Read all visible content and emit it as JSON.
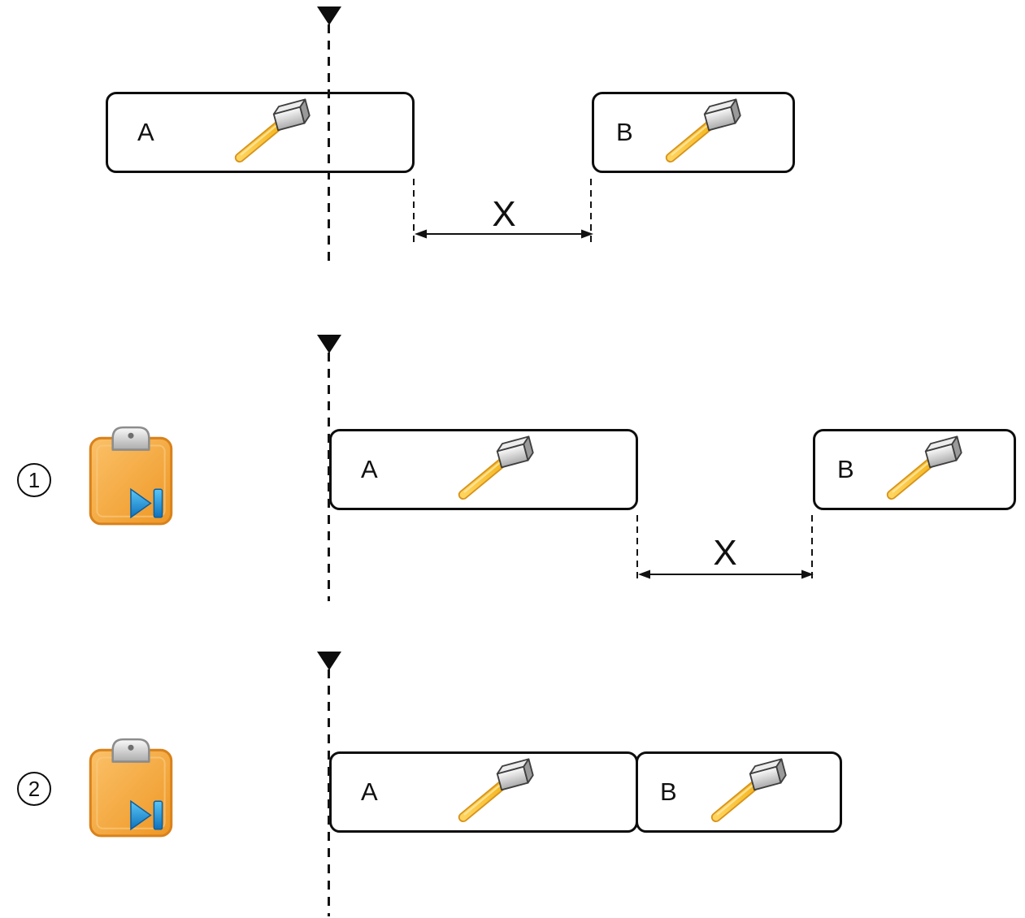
{
  "figure": {
    "rows": [
      {
        "name": "original-timeline",
        "clip_a_label": "A",
        "clip_b_label": "B",
        "gap_label": "X"
      },
      {
        "name": "paste-option-1",
        "step_number": "1",
        "clip_a_label": "A",
        "clip_b_label": "B",
        "gap_label": "X"
      },
      {
        "name": "paste-option-2",
        "step_number": "2",
        "clip_a_label": "A",
        "clip_b_label": "B"
      }
    ],
    "icons": {
      "playhead": "playhead-down-triangle",
      "clip_content": "hammer-icon",
      "paste_action": "clipboard-paste-icon"
    },
    "colors": {
      "outline": "#0d0d0d",
      "clipboard_orange": "#F5A93F",
      "paste_arrow_blue": "#1E88D2",
      "hammer_handle_yellow": "#FFC530",
      "hammer_head_gray": "#C4C4C4"
    }
  }
}
